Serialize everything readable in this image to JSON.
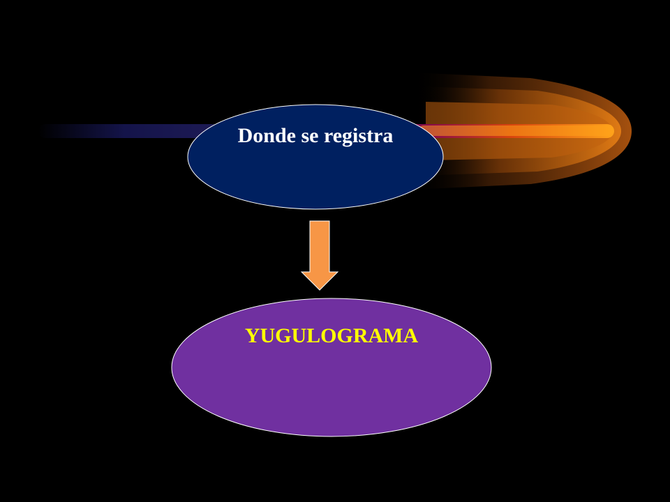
{
  "diagram": {
    "top_node": {
      "text": "Donde se registra",
      "fill": "#002060",
      "text_color": "#ffffff"
    },
    "bottom_node": {
      "text": "YUGULOGRAMA",
      "fill": "#7030a0",
      "text_color": "#ffff00"
    },
    "arrow": {
      "fill": "#f79646",
      "direction": "down"
    },
    "decoration": {
      "streak_colors": [
        "#000000",
        "#1a1a5a",
        "#8a0a4a",
        "#ff9d1a"
      ]
    }
  }
}
